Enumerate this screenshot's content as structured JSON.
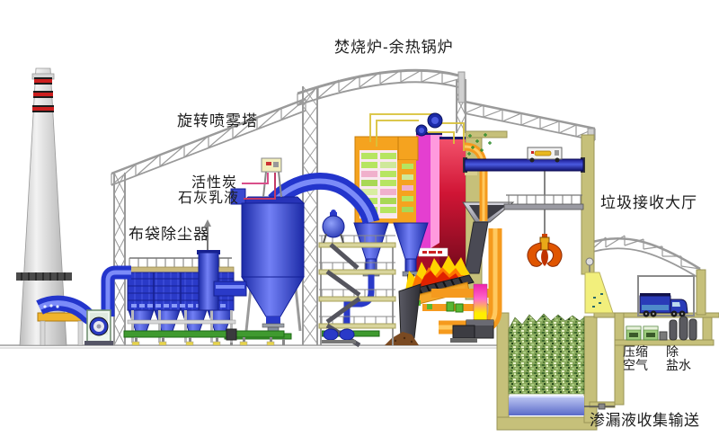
{
  "diagram": {
    "type": "industrial-process-cutaway",
    "subject": "waste incineration power plant cross-section",
    "labels": {
      "incinerator_boiler": "焚烧炉-余热锅炉",
      "rotary_spray_tower": "旋转喷雾塔",
      "activated_carbon": "活性炭",
      "lime_slurry": "石灰乳液",
      "bag_filter": "布袋除尘器",
      "waste_receiving_hall": "垃圾接收大厅",
      "compressed_air": "压缩\n空气",
      "demineralized_water": "除\n盐水",
      "leachate_collection": "渗漏液收集输送"
    },
    "components": [
      "chimney",
      "induced-draft-fan",
      "bag-filter",
      "spray-tower",
      "rotary-atomizer",
      "boiler-passes",
      "economizer-tube-banks",
      "steam-drums",
      "furnace-flame",
      "grate",
      "ash-discharger",
      "slag-chute",
      "feed-hopper",
      "grab-crane",
      "crane-trolley",
      "garbage-pit",
      "leachate-sump",
      "tipping-chute",
      "garbage-truck",
      "air-compressors",
      "demin-water-tanks"
    ],
    "colors": {
      "duct_blue": "#2335cc",
      "duct_highlight": "#7b8bf8",
      "furnace_red": "#d01535",
      "pass_magenta": "#e43fd0",
      "pass_pink": "#ff9ade",
      "casing_orange": "#f5a31f",
      "tube_bank_green": "#b6e561",
      "flame_yellow": "#ffd400",
      "flame_orange": "#ff7700",
      "wall_olive": "#c6c07a",
      "conveyor_green": "#3f9a2f",
      "water_blue": "#8898e0",
      "chute_yellow": "#f2ef7c",
      "truck_blue": "#2a3bb8",
      "compressor_green": "#9ccb7c",
      "chimney_band_red": "#cc1f1f",
      "steel_gray": "#9a9a9a",
      "carbon_line_pink": "#d94f8a",
      "lime_line_red": "#c23a66"
    }
  }
}
